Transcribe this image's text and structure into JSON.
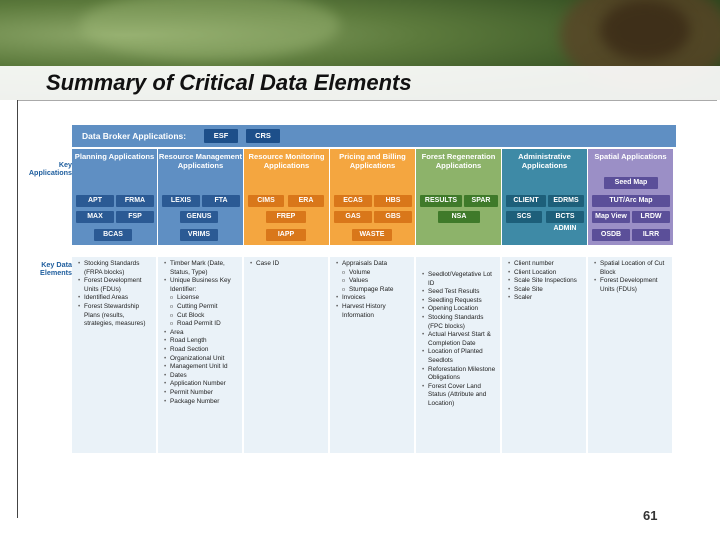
{
  "slide": {
    "title": "Summary of Critical Data Elements",
    "page_number": "61"
  },
  "diagram": {
    "broker": {
      "label": "Data Broker Applications:",
      "apps": [
        "ESF",
        "CRS"
      ]
    },
    "row_labels": {
      "key_applications": "Key Applications",
      "key_data_elements": "Key Data Elements"
    },
    "columns": [
      {
        "header": "Planning Applications",
        "color": "#5f8fc3",
        "app_color": "#2b5a94",
        "apps": [
          "APT",
          "FRMA",
          "MAX",
          "FSP",
          "BCAS"
        ],
        "elements": [
          {
            "t": "Stocking Standards (FRPA blocks)",
            "sub": false
          },
          {
            "t": "Forest Development Units (FDUs)",
            "sub": false
          },
          {
            "t": "Identified Areas",
            "sub": false
          },
          {
            "t": "Forest Stewardship Plans (results, strategies, measures)",
            "sub": false
          }
        ]
      },
      {
        "header": "Resource Management Applications",
        "color": "#5f8fc3",
        "app_color": "#2b5a94",
        "apps": [
          "LEXIS",
          "FTA",
          "GENUS",
          "VRIMS"
        ],
        "elements": [
          {
            "t": "Timber Mark (Date, Status, Type)",
            "sub": false
          },
          {
            "t": "Unique Business Key Identifier:",
            "sub": false
          },
          {
            "t": "License",
            "sub": true
          },
          {
            "t": "Cutting Permit",
            "sub": true
          },
          {
            "t": "Cut Block",
            "sub": true
          },
          {
            "t": "Road Permit ID",
            "sub": true
          },
          {
            "t": "Area",
            "sub": false
          },
          {
            "t": "Road Length",
            "sub": false
          },
          {
            "t": "Road Section",
            "sub": false
          },
          {
            "t": "Organizational Unit",
            "sub": false
          },
          {
            "t": "Management Unit Id",
            "sub": false
          },
          {
            "t": "Dates",
            "sub": false
          },
          {
            "t": "Application Number",
            "sub": false
          },
          {
            "t": "Permit Number",
            "sub": false
          },
          {
            "t": "Package Number",
            "sub": false
          }
        ]
      },
      {
        "header": "Resource Monitoring Applications",
        "color": "#f4a640",
        "app_color": "#d9771a",
        "apps": [
          "CIMS",
          "ERA",
          "FREP",
          "IAPP"
        ],
        "elements": [
          {
            "t": "Case ID",
            "sub": false
          }
        ]
      },
      {
        "header": "Pricing and Billing Applications",
        "color": "#f4a640",
        "app_color": "#d9771a",
        "apps": [
          "ECAS",
          "HBS",
          "GAS",
          "GBS",
          "WASTE"
        ],
        "elements": [
          {
            "t": "Appraisals Data",
            "sub": false
          },
          {
            "t": "Volume",
            "sub": true
          },
          {
            "t": "Values",
            "sub": true
          },
          {
            "t": "Stumpage Rate",
            "sub": true
          },
          {
            "t": "Invoices",
            "sub": false
          },
          {
            "t": "Harvest History Information",
            "sub": false
          }
        ]
      },
      {
        "header": "Forest Regeneration Applications",
        "color": "#8db36a",
        "app_color": "#3f7a2a",
        "apps": [
          "RESULTS",
          "SPAR",
          "NSA"
        ],
        "elements": [
          {
            "t": "Seedlot/Vegetative Lot ID",
            "sub": false
          },
          {
            "t": "Seed Test Results",
            "sub": false
          },
          {
            "t": "Seedling Requests",
            "sub": false
          },
          {
            "t": "Opening Location",
            "sub": false
          },
          {
            "t": "Stocking Standards (FPC blocks)",
            "sub": false
          },
          {
            "t": "Actual Harvest Start & Completion Date",
            "sub": false
          },
          {
            "t": "Location of Planted Seedlots",
            "sub": false
          },
          {
            "t": "Reforestation Milestone Obligations",
            "sub": false
          },
          {
            "t": "Forest Cover Land Status (Attribute and Location)",
            "sub": false
          }
        ]
      },
      {
        "header": "Administrative Applications",
        "color": "#3e8aa6",
        "app_color": "#1d5f7a",
        "apps": [
          "CLIENT",
          "EDRMS",
          "SCS",
          "BCTS ADMIN"
        ],
        "elements": [
          {
            "t": "Client number",
            "sub": false
          },
          {
            "t": "Client Location",
            "sub": false
          },
          {
            "t": "Scale Site Inspections",
            "sub": false
          },
          {
            "t": "Scale Site",
            "sub": false
          },
          {
            "t": "Scaler",
            "sub": false
          }
        ]
      },
      {
        "header": "Spatial Applications",
        "color": "#9b8fc6",
        "app_color": "#5b4f99",
        "apps": [
          "Seed Map",
          "TUT/Arc Map",
          "Map View",
          "LRDW",
          "OSDB",
          "ILRR"
        ],
        "elements": [
          {
            "t": "Spatial Location of Cut Block",
            "sub": false
          },
          {
            "t": "Forest Development Units (FDUs)",
            "sub": false
          }
        ]
      }
    ]
  }
}
